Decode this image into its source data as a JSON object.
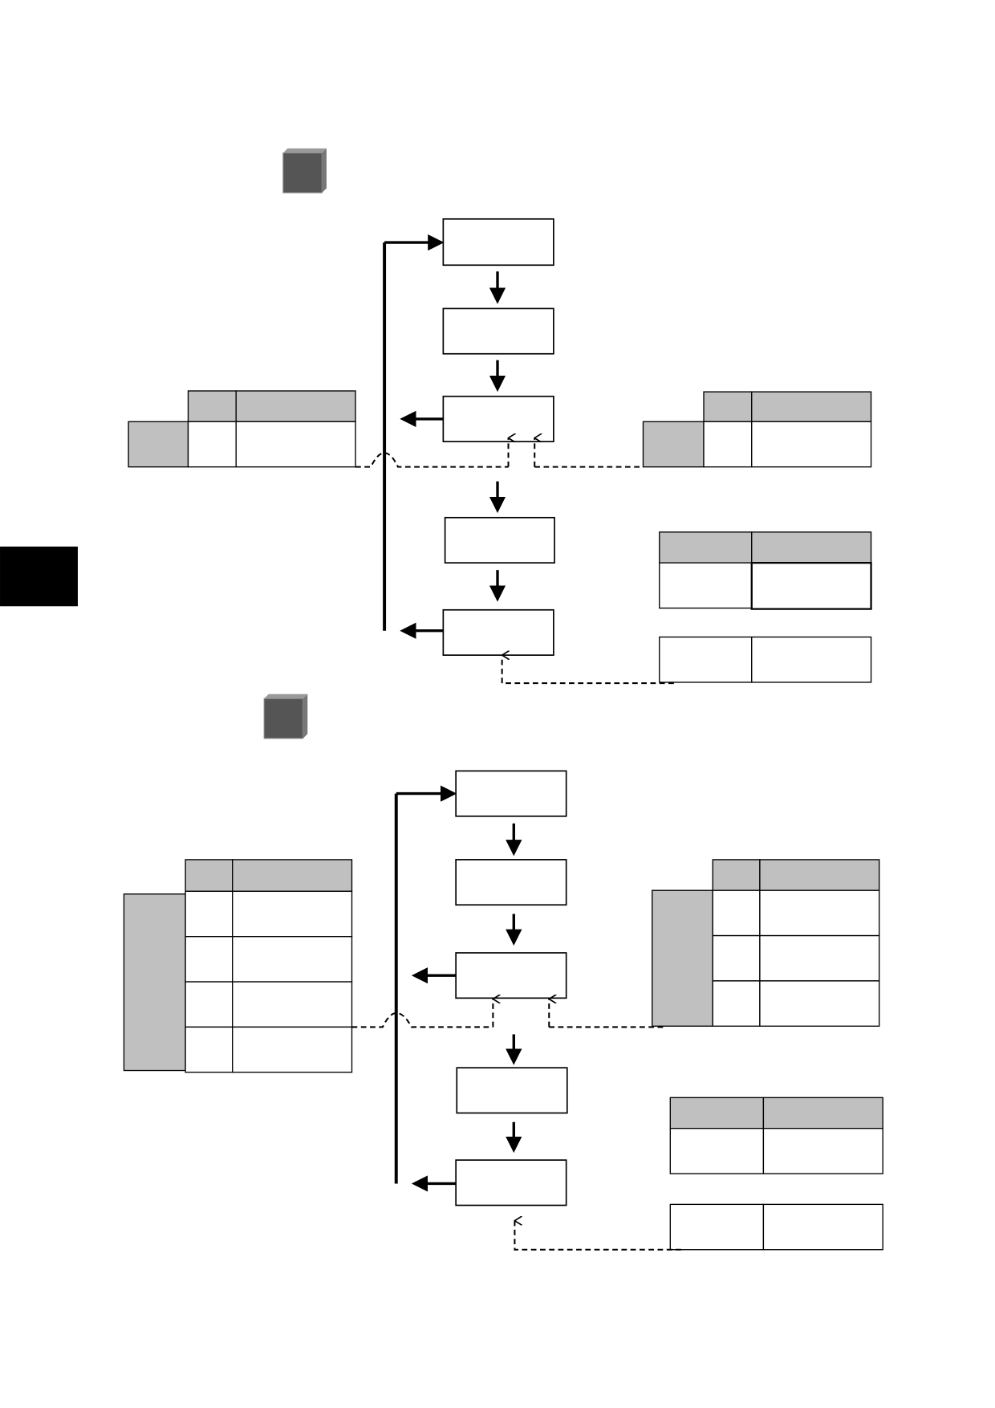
{
  "colors": {
    "cell_fill": "#c0c0c0",
    "cube_fill": "#555555",
    "side_tab": "#000000",
    "line": "#000000"
  },
  "sections": [
    {
      "id": "section-1",
      "process_steps": 5
    },
    {
      "id": "section-2",
      "process_steps": 5
    }
  ]
}
